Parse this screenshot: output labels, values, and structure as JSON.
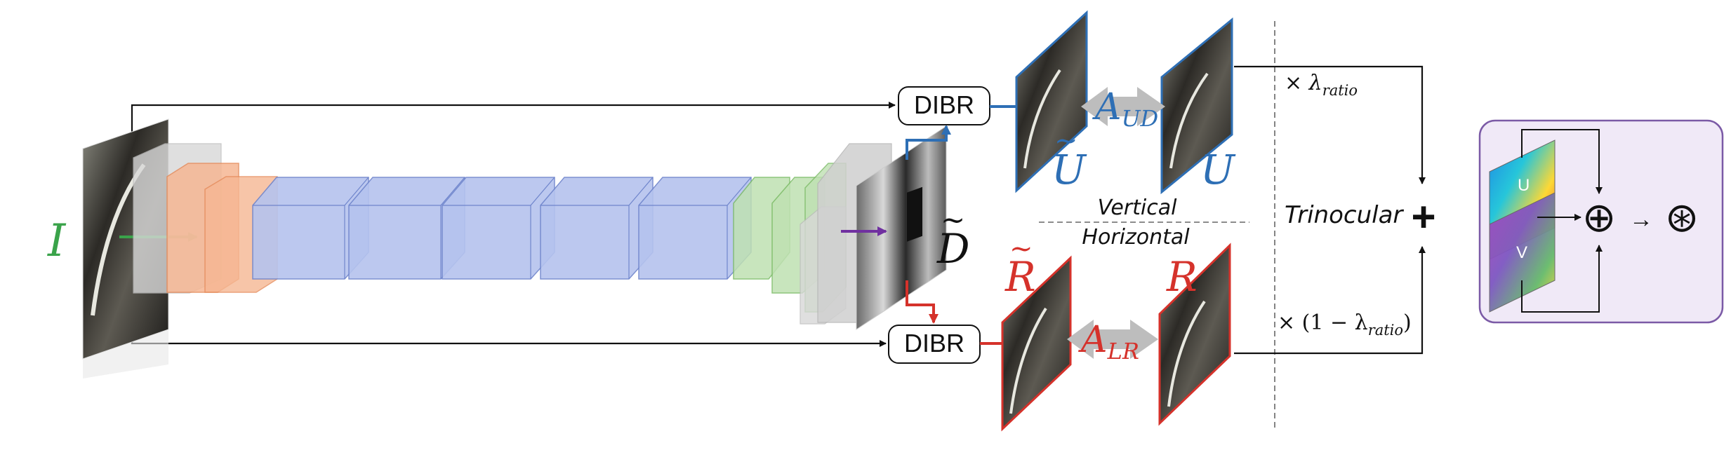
{
  "input": {
    "symbol": "I"
  },
  "depth": {
    "symbol": "D",
    "tilde": "~"
  },
  "dibr": {
    "top_label": "DIBR",
    "bottom_label": "DIBR"
  },
  "views": {
    "u_tilde": {
      "symbol": "U",
      "tilde": "~"
    },
    "u": {
      "symbol": "U"
    },
    "r_tilde": {
      "symbol": "R",
      "tilde": "~"
    },
    "r": {
      "symbol": "R"
    }
  },
  "alignment": {
    "ud": {
      "base": "A",
      "sub": "UD"
    },
    "lr": {
      "base": "A",
      "sub": "LR"
    }
  },
  "axis_labels": {
    "vertical": "Vertical",
    "horizontal": "Horizontal"
  },
  "weights": {
    "top": {
      "prefix": "× λ",
      "sub": "ratio"
    },
    "bottom": {
      "prefix": "× (1 − λ",
      "sub": "ratio",
      "suffix": ")"
    }
  },
  "fusion": {
    "label": "Trinocular",
    "plus": "+"
  },
  "panel": {
    "u_letter": "U",
    "v_letter": "V",
    "oplus": "⊕",
    "arrow": "→",
    "circledast": "⊛"
  },
  "colors": {
    "input_green": "#3aa34a",
    "top_blue": "#2e6fb5",
    "bottom_red": "#d5322b",
    "alignment_gray": "#b8b8b8",
    "encoder_orange": "#f2a27a",
    "encoder_blue": "#9fb2e6",
    "decoder_green": "#a9d69a",
    "panel_purple": "#7b5aa6",
    "panel_bg": "#f0e9f7",
    "arrow_purple": "#7030a0"
  }
}
